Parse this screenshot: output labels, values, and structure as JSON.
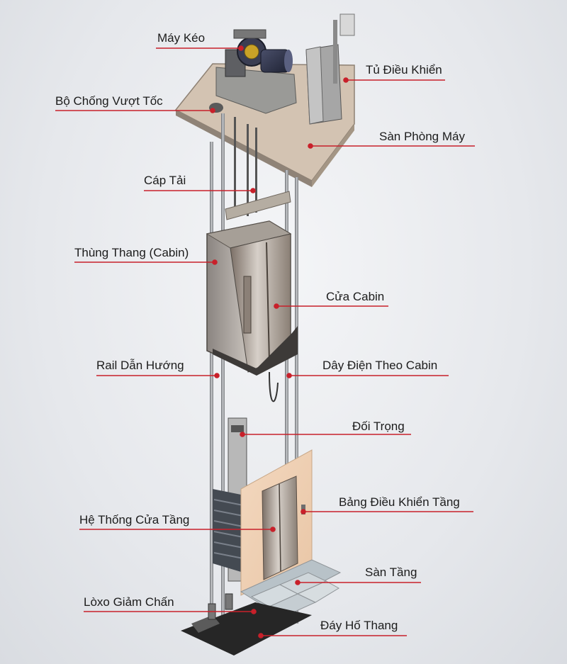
{
  "labels": {
    "may_keo": "Máy Kéo",
    "tu_dieu_khien": "Tủ Điều Khiển",
    "bo_chong_vuot_toc": "Bộ Chống Vượt Tốc",
    "san_phong_may": "Sàn Phòng Máy",
    "cap_tai": "Cáp Tải",
    "thung_thang": "Thùng Thang (Cabin)",
    "cua_cabin": "Cửa Cabin",
    "rail_dan_huong": "Rail Dẫn Hướng",
    "day_dien": "Dây Điện Theo Cabin",
    "doi_trong": "Đối Trọng",
    "bang_dieu_khien_tang": "Bảng Điều Khiển Tầng",
    "he_thong_cua_tang": "Hệ Thống Cửa Tầng",
    "san_tang": "Sàn Tầng",
    "loxo_giam_chan": "Lòxo Giảm Chấn",
    "day_ho_thang": "Đáy Hố Thang"
  },
  "colors": {
    "leader": "#c8202a",
    "dot": "#c8202a",
    "text": "#1c1c1c"
  }
}
